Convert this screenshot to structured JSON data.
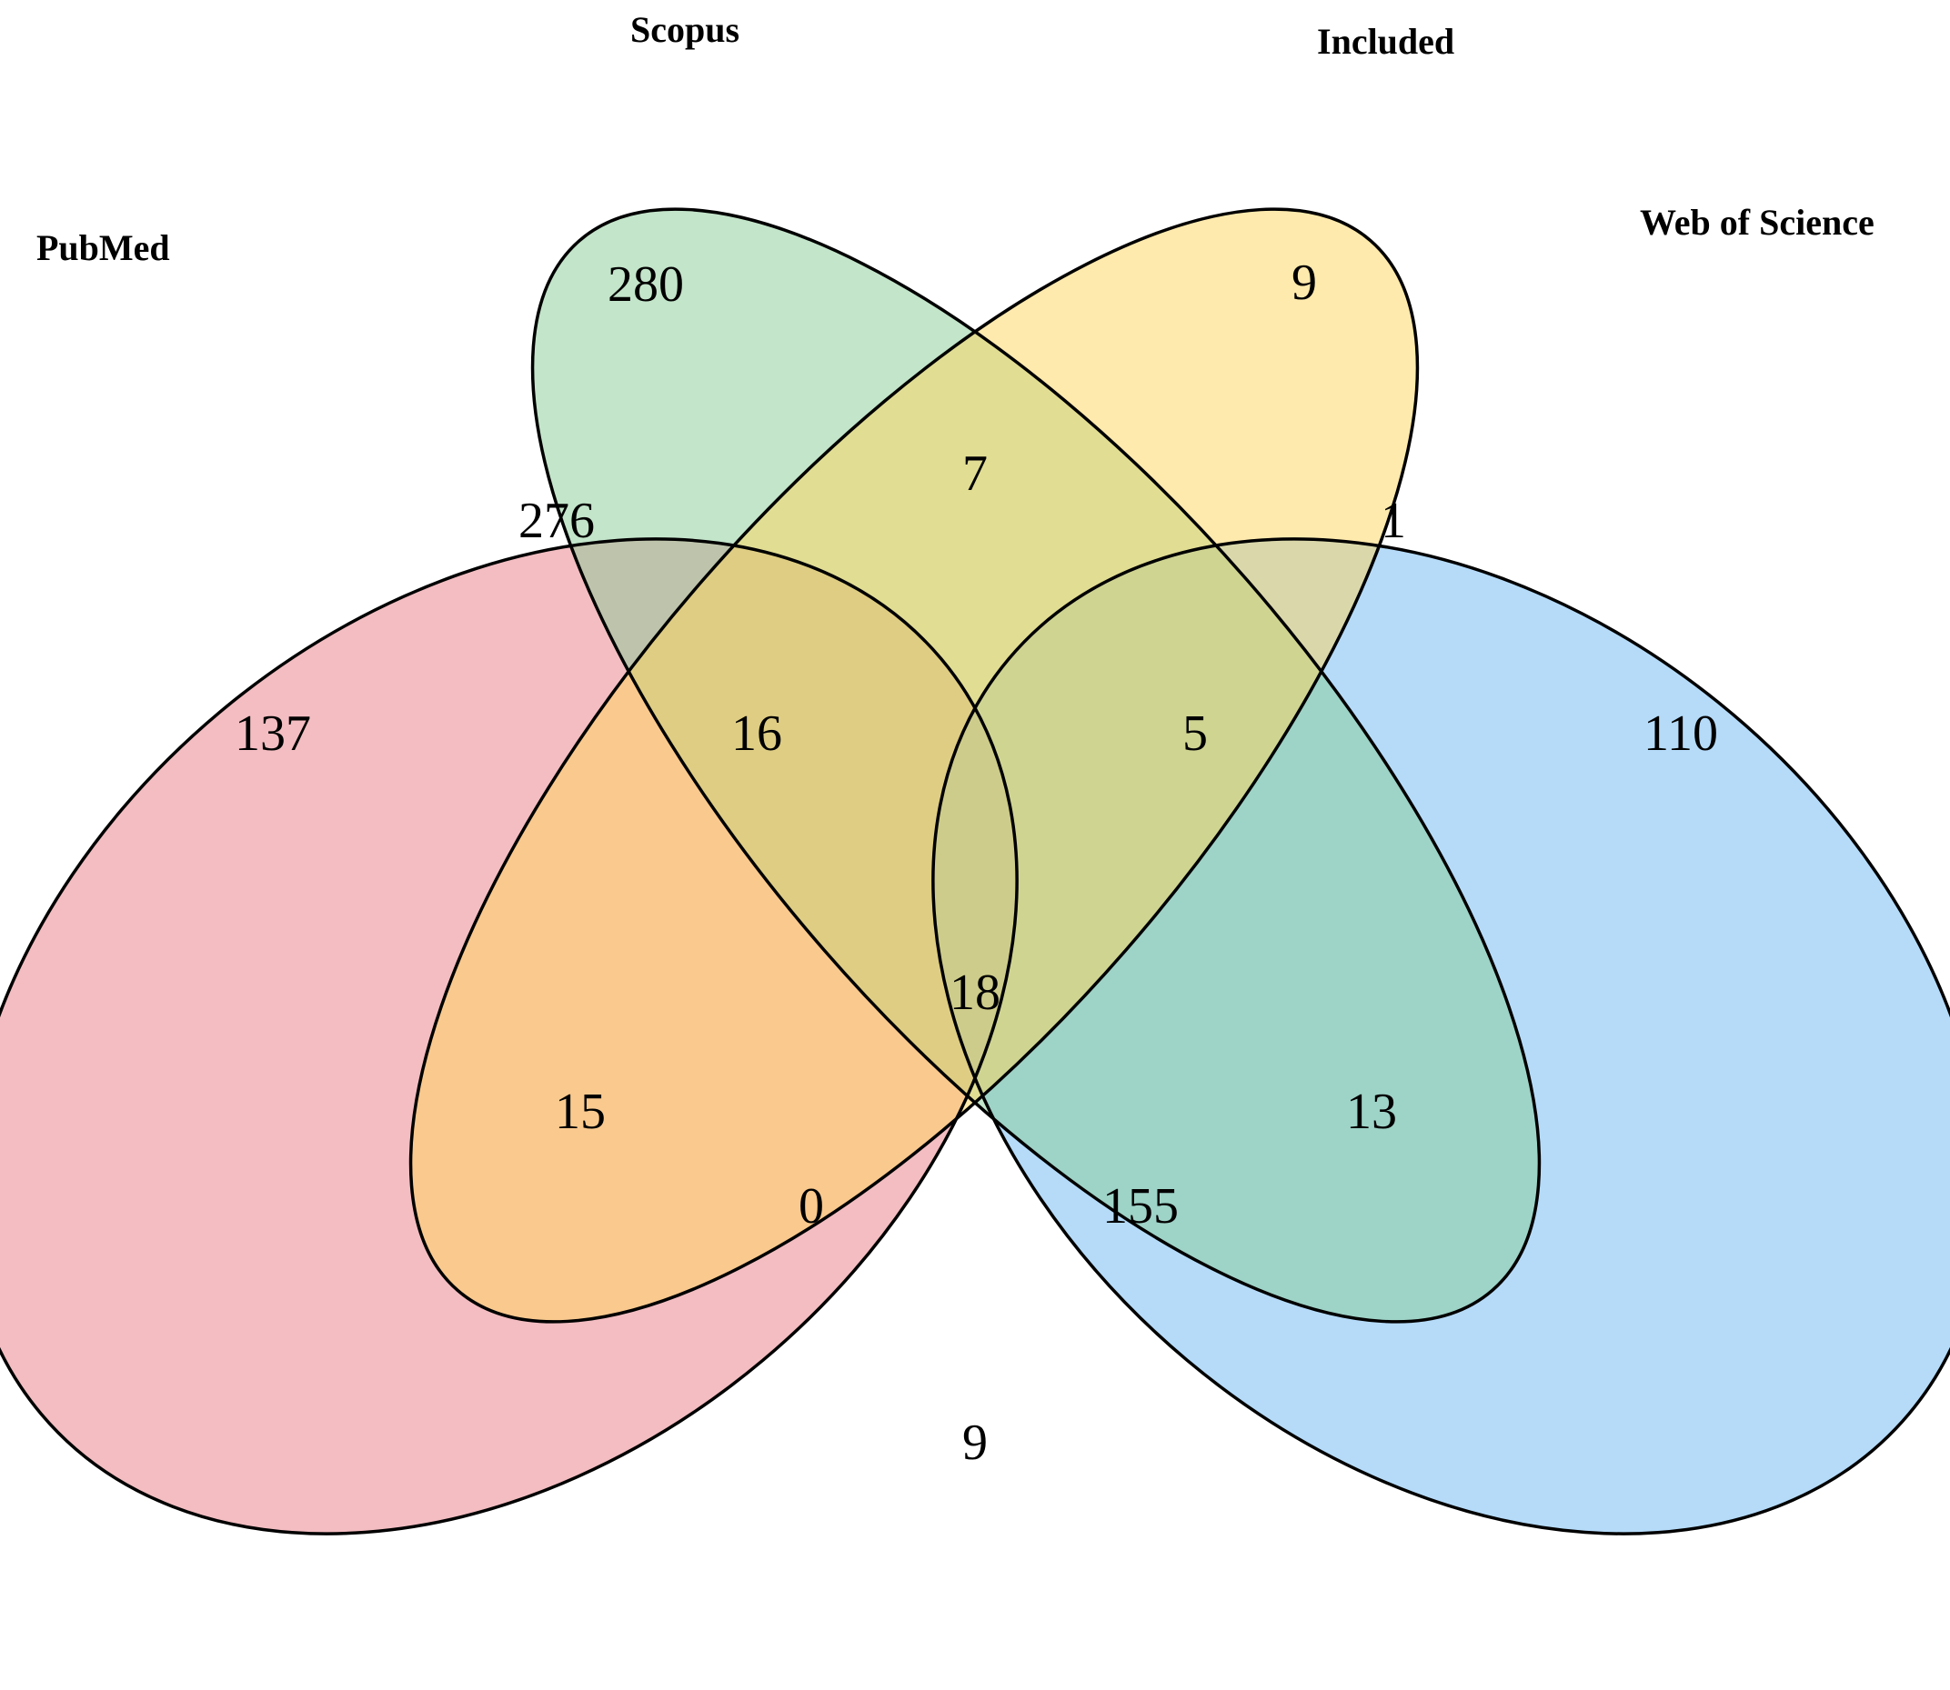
{
  "diagram": {
    "type": "venn-4",
    "sets": [
      {
        "key": "pubmed",
        "label": "PubMed",
        "color": "#e87c84"
      },
      {
        "key": "scopus",
        "label": "Scopus",
        "color": "#88cc96"
      },
      {
        "key": "included",
        "label": "Included",
        "color": "#ffd65c"
      },
      {
        "key": "wos",
        "label": "Web of Science",
        "color": "#6cb8f4"
      }
    ],
    "regions": {
      "pubmed_only": "137",
      "scopus_only": "280",
      "included_only": "9",
      "wos_only": "110",
      "pubmed_scopus": "276",
      "scopus_included": "7",
      "included_wos": "1",
      "pubmed_scopus_included": "16",
      "scopus_included_wos": "5",
      "all_four": "18",
      "pubmed_included": "15",
      "scopus_wos": "13",
      "pubmed_included_wos": "0",
      "pubmed_scopus_wos": "155",
      "pubmed_wos": "9"
    }
  }
}
